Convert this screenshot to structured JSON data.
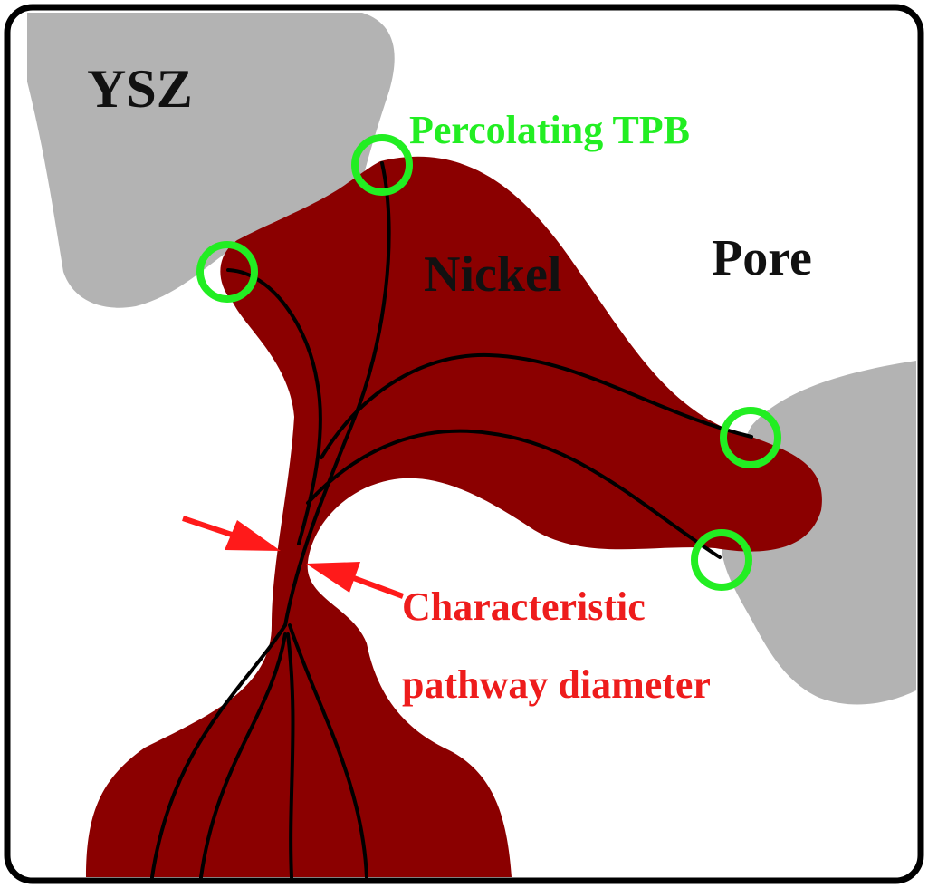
{
  "labels": {
    "ysz": "YSZ",
    "nickel": "Nickel",
    "pore": "Pore",
    "tpb": "Percolating TPB",
    "diameter_line1": "Characteristic",
    "diameter_line2": "pathway diameter"
  },
  "colors": {
    "ysz": "#b3b3b3",
    "nickel": "#8b0000",
    "pore": "#ffffff",
    "pathway": "#000000",
    "tpb_marker": "#22ee22",
    "tpb_label": "#22ee22",
    "arrow": "#ff1a1a",
    "diameter_label": "#ee1c1c",
    "frame": "#000000"
  }
}
